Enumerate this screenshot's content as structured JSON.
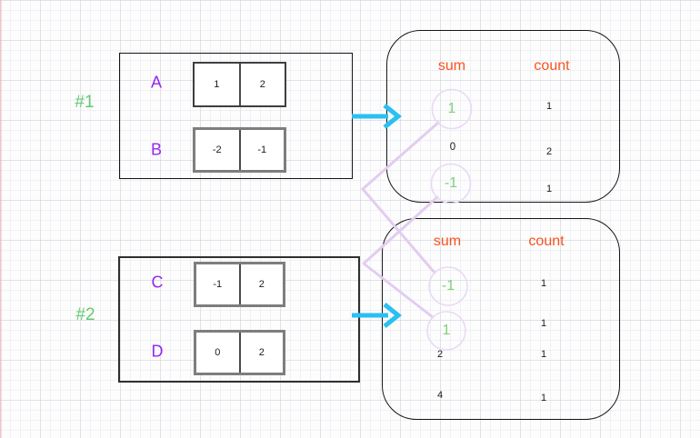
{
  "examples": [
    {
      "id": "#1",
      "arrays": [
        {
          "name": "A",
          "values": [
            "1",
            "2"
          ]
        },
        {
          "name": "B",
          "values": [
            "-2",
            "-1"
          ]
        }
      ],
      "result": {
        "sum_header": "sum",
        "count_header": "count",
        "rows": [
          {
            "sum": "1",
            "count": "1",
            "highlighted": true
          },
          {
            "sum": "0",
            "count": "2",
            "highlighted": false
          },
          {
            "sum": "-1",
            "count": "1",
            "highlighted": true
          }
        ]
      }
    },
    {
      "id": "#2",
      "arrays": [
        {
          "name": "C",
          "values": [
            "-1",
            "2"
          ]
        },
        {
          "name": "D",
          "values": [
            "0",
            "2"
          ]
        }
      ],
      "result": {
        "sum_header": "sum",
        "count_header": "count",
        "rows": [
          {
            "sum": "-1",
            "count": "1",
            "highlighted": true
          },
          {
            "sum": "1",
            "count": "1",
            "highlighted": true
          },
          {
            "sum": "2",
            "count": "1",
            "highlighted": false
          },
          {
            "sum": "4",
            "count": "1",
            "highlighted": false
          }
        ]
      }
    }
  ],
  "colors": {
    "accent_orange": "#f8531d",
    "green": "#7dd07d",
    "purple": "#9727ee",
    "cyan_arrow": "#2ac0f2",
    "lavender_connector": "#e2cdf0",
    "ink": "#1b1b1b"
  },
  "icons": {
    "arrow_right_1": "right-arrow",
    "arrow_right_2": "right-arrow",
    "match_connector_1": "elbow-line",
    "match_connector_2": "elbow-line"
  }
}
